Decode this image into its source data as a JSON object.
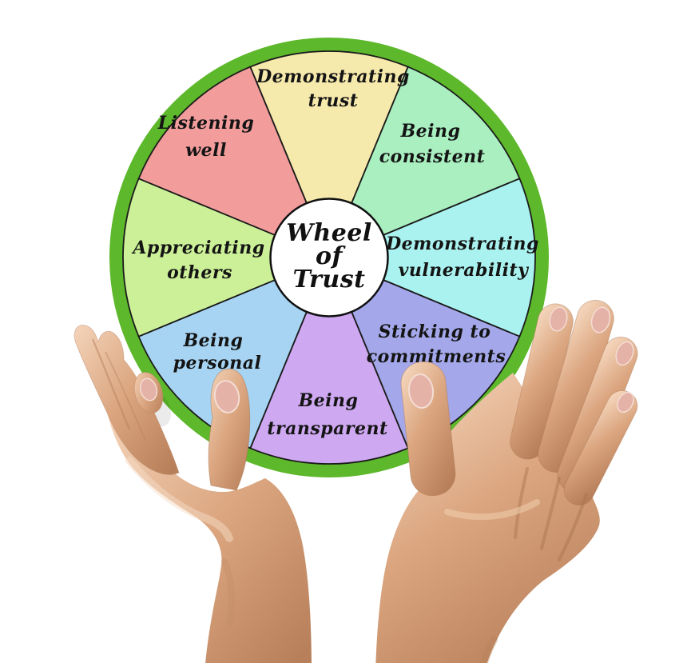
{
  "diagram": {
    "title": "Wheel of Trust",
    "background": "#FFFFFF",
    "ring_color": "#5DB82B",
    "outline_color": "#1B1B1B",
    "center": {
      "fill": "#FFFFFF",
      "lines": [
        "Wheel",
        "of",
        "Trust"
      ]
    },
    "segments": [
      {
        "id": "demonstrating-trust",
        "lines": [
          "Demonstrating",
          "trust"
        ],
        "color": "#F6E9AC"
      },
      {
        "id": "being-consistent",
        "lines": [
          "Being",
          "consistent"
        ],
        "color": "#A9EFC0"
      },
      {
        "id": "demonstrating-vulnerability",
        "lines": [
          "Demonstrating",
          "vulnerability"
        ],
        "color": "#A9F2EF"
      },
      {
        "id": "sticking-to-commitments",
        "lines": [
          "Sticking to",
          "commitments"
        ],
        "color": "#A4A8EA"
      },
      {
        "id": "being-transparent",
        "lines": [
          "Being",
          "transparent"
        ],
        "color": "#CEA8F1"
      },
      {
        "id": "being-personal",
        "lines": [
          "Being",
          "personal"
        ],
        "color": "#A7D4F3"
      },
      {
        "id": "appreciating-others",
        "lines": [
          "Appreciating",
          "others"
        ],
        "color": "#CCF098"
      },
      {
        "id": "listening-well",
        "lines": [
          "Listening",
          "well"
        ],
        "color": "#F29C9B"
      }
    ]
  },
  "hands": {
    "skin_light": "#F4D4BA",
    "skin_mid": "#DBA680",
    "skin_shadow": "#B8805A",
    "nail_color": "#E5B2A8",
    "nail_rim": "#F4DDD4"
  }
}
